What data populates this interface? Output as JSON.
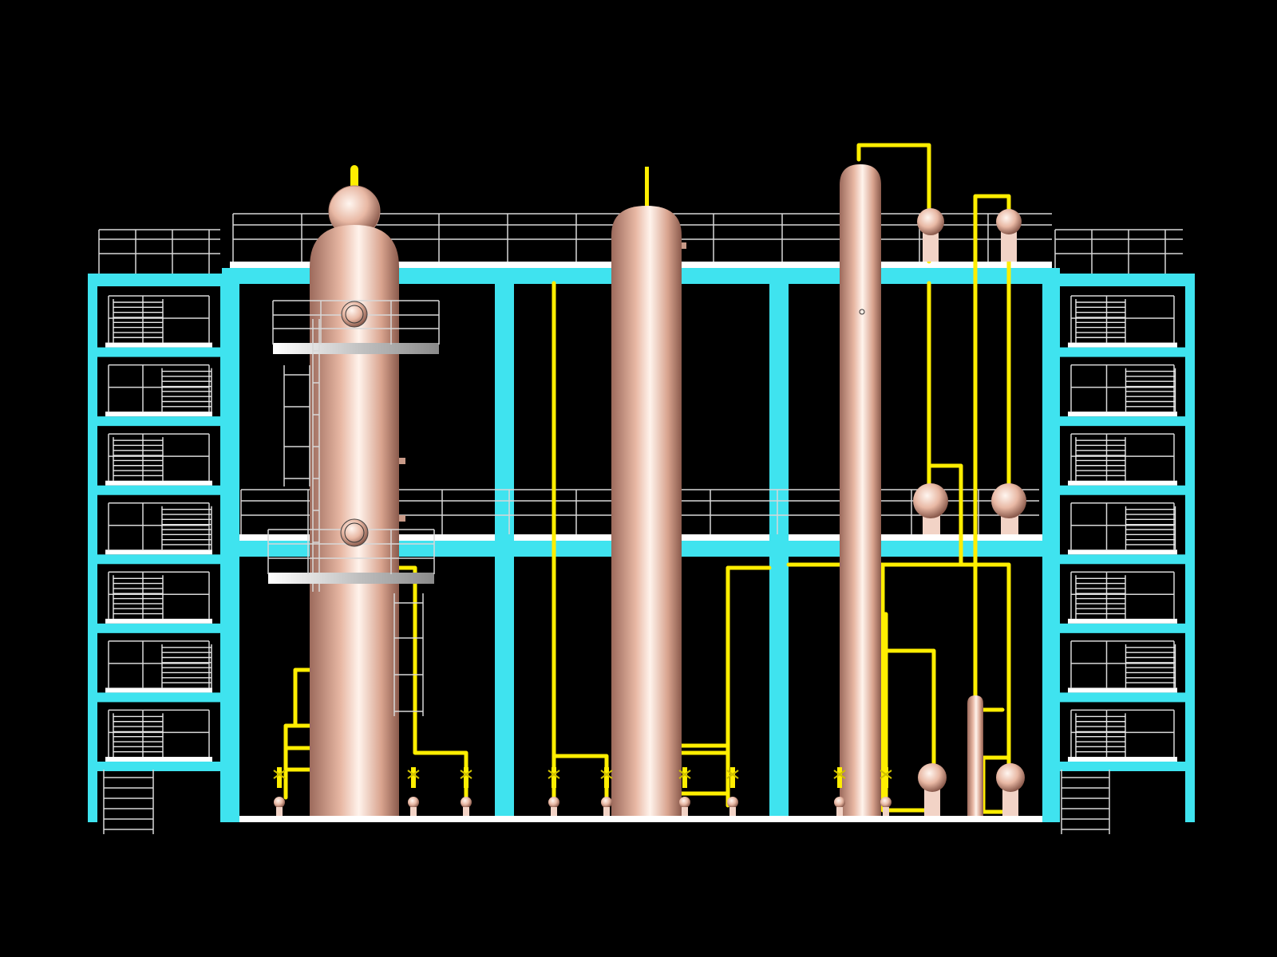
{
  "colors": {
    "background": "#000000",
    "structure": "#3fe3ef",
    "vessel": "#e8b8a4",
    "vessel_highlight": "#fff3ec",
    "vessel_shadow": "#9c6a5c",
    "piping": "#ffee00",
    "railing": "#d8d8d8",
    "deck": "#ffffff"
  },
  "plant": {
    "left_frame_levels": 7,
    "right_frame_levels": 7,
    "main_frame_bays": 3,
    "columns": [
      {
        "name": "column-1",
        "manholes": 2,
        "platforms": 2
      },
      {
        "name": "column-2"
      },
      {
        "name": "column-3"
      }
    ],
    "spherical_drums": 6
  }
}
